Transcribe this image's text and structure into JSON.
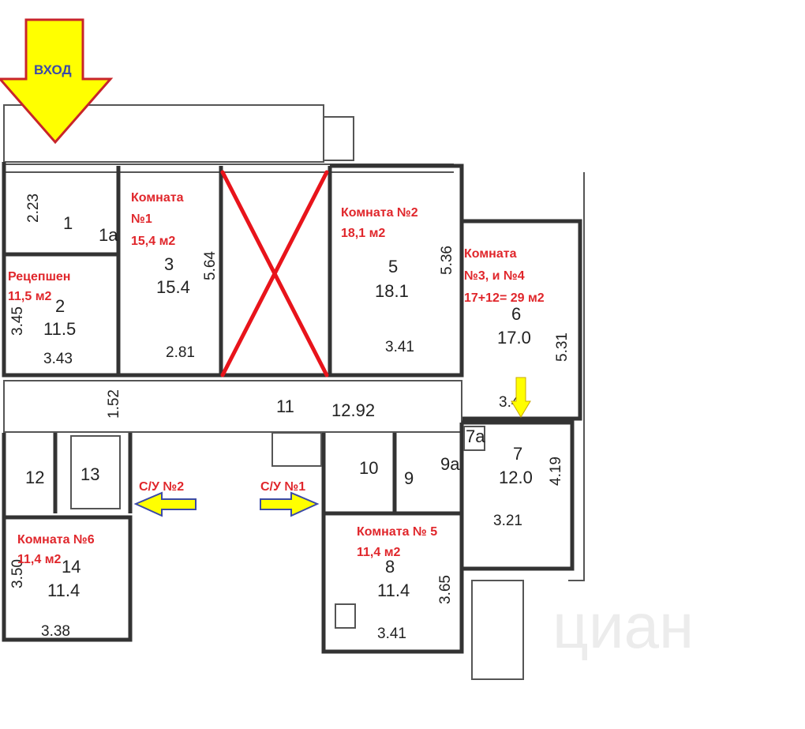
{
  "entrance": {
    "label": "ВХОД",
    "arrow_color": "#ffff00"
  },
  "rooms": [
    {
      "id": "r1",
      "number": "1",
      "dim_v": "2.23"
    },
    {
      "id": "r1a",
      "number": "1а"
    },
    {
      "id": "r2",
      "number": "2",
      "area": "11.5",
      "dim_h": "3.43",
      "dim_v": "3.45",
      "label1": "Рецепшен",
      "label2": "11,5 м2"
    },
    {
      "id": "r3",
      "number": "3",
      "area": "15.4",
      "dim_h": "2.81",
      "dim_v": "5.64",
      "label1": "Комната",
      "label2": "№1",
      "label3": "15,4 м2"
    },
    {
      "id": "r5",
      "number": "5",
      "area": "18.1",
      "dim_h": "3.41",
      "dim_v": "5.36",
      "label1": "Комната №2",
      "label2": "18,1 м2"
    },
    {
      "id": "r6",
      "number": "6",
      "area": "17.0",
      "dim_h": "3.41",
      "dim_v": "5.31",
      "label1": "Комната",
      "label2": "№3, и №4",
      "label3": "17+12= 29 м2"
    },
    {
      "id": "r7",
      "number": "7",
      "area": "12.0",
      "dim_h": "3.21",
      "dim_v": "4.19"
    },
    {
      "id": "r7a",
      "number": "7а"
    },
    {
      "id": "r8",
      "number": "8",
      "area": "11.4",
      "dim_h": "3.41",
      "dim_v": "3.65",
      "label1": "Комната № 5",
      "label2": "11,4 м2"
    },
    {
      "id": "r9",
      "number": "9"
    },
    {
      "id": "r9a",
      "number": "9а"
    },
    {
      "id": "r10",
      "number": "10"
    },
    {
      "id": "r11",
      "number": "11",
      "area": "12.92",
      "dim_v": "1.52"
    },
    {
      "id": "r12",
      "number": "12"
    },
    {
      "id": "r13",
      "number": "13"
    },
    {
      "id": "r14",
      "number": "14",
      "area": "11.4",
      "dim_h": "3.38",
      "dim_v": "3.50",
      "label1": "Комната №6",
      "label2": "11,4 м2"
    }
  ],
  "wc": {
    "wc1": "С/У №1",
    "wc2": "С/У №2"
  },
  "watermark": "циан",
  "colors": {
    "label": "#e0262b",
    "cross": "#e8141b",
    "arrow_fill": "#ffff00",
    "arrow_outline": "#3b4aa8"
  }
}
